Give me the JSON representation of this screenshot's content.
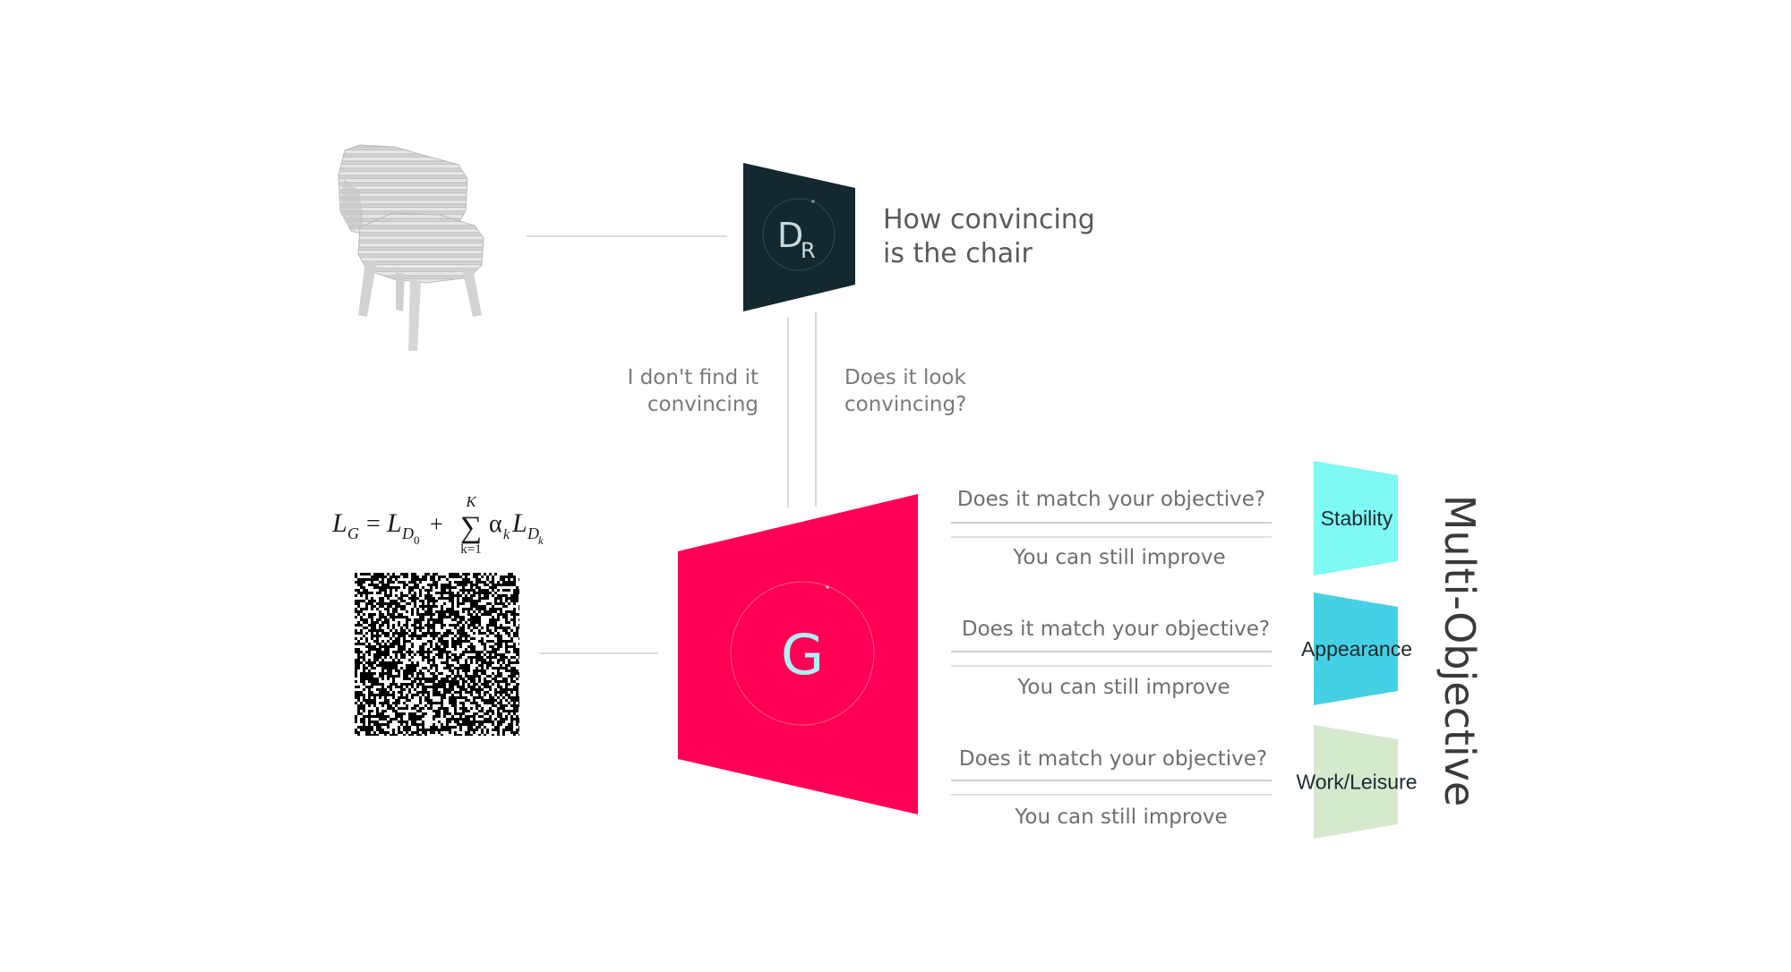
{
  "discriminator": {
    "letter": "D",
    "subscript": "R",
    "caption_line1": "How convincing",
    "caption_line2": "is the chair",
    "color": "#13282f"
  },
  "feedback": {
    "left_line1": "I don't find it",
    "left_line2": "convincing",
    "right_line1": "Does it look",
    "right_line2": "convincing?"
  },
  "generator": {
    "letter": "G",
    "color": "#ff0055",
    "letter_color": "#aef0f5"
  },
  "loss": {
    "lhs": "L",
    "lhs_sub": "G",
    "equals": "=",
    "term1": "L",
    "term1_sub": "D",
    "term1_subsub": "0",
    "plus": "+",
    "sigma": "∑",
    "upper": "K",
    "lower": "k=1",
    "alpha": "α",
    "alpha_sub": "k",
    "term2": "L",
    "term2_sub": "D",
    "term2_subsub": "k"
  },
  "objectives": {
    "side_label": "Multi-Objective",
    "items": [
      {
        "question": "Does it match your objective?",
        "response": "You can still improve",
        "label": "Stability",
        "color": "#7ef9f3"
      },
      {
        "question": "Does it match your objective?",
        "response": "You can still improve",
        "label": "Appearance",
        "color": "#46d0e4"
      },
      {
        "question": "Does it match your objective?",
        "response": "You can still improve",
        "label": "Work/Leisure",
        "color": "#d5e9cd"
      }
    ]
  },
  "icons": {
    "chair": "voxel-chair-icon",
    "noise": "noise-image"
  }
}
